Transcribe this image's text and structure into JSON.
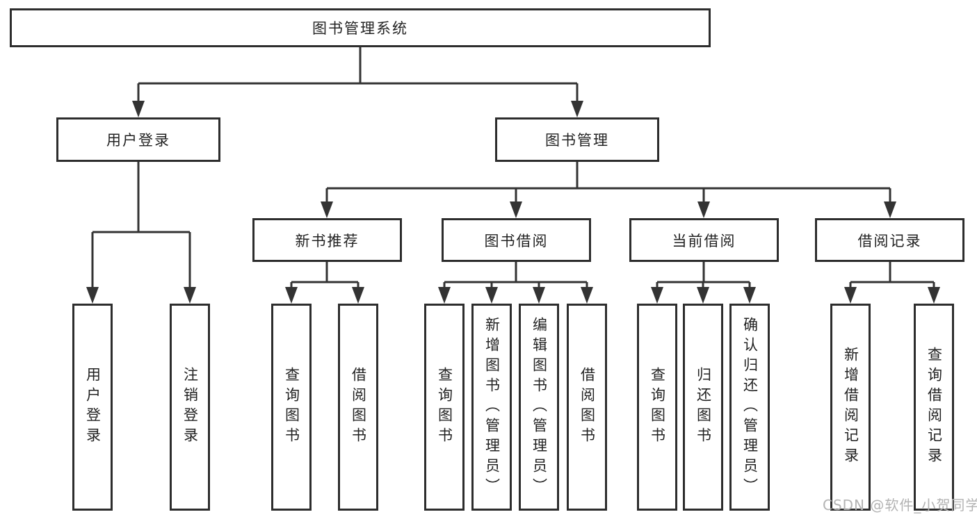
{
  "tree": {
    "label": "图书管理系统",
    "children": [
      {
        "label": "用户登录",
        "children": [
          {
            "label": "用户登录"
          },
          {
            "label": "注销登录"
          }
        ]
      },
      {
        "label": "图书管理",
        "children": [
          {
            "label": "新书推荐",
            "children": [
              {
                "label": "查询图书"
              },
              {
                "label": "借阅图书"
              }
            ]
          },
          {
            "label": "图书借阅",
            "children": [
              {
                "label": "查询图书"
              },
              {
                "label": "新增图书（管理员）"
              },
              {
                "label": "编辑图书（管理员）"
              },
              {
                "label": "借阅图书"
              }
            ]
          },
          {
            "label": "当前借阅",
            "children": [
              {
                "label": "查询图书"
              },
              {
                "label": "归还图书"
              },
              {
                "label": "确认归还（管理员）"
              }
            ]
          },
          {
            "label": "借阅记录",
            "children": [
              {
                "label": "新增借阅记录"
              },
              {
                "label": "查询借阅记录"
              }
            ]
          }
        ]
      }
    ]
  },
  "watermark": {
    "text": "CSDN @软件_小贺同学"
  },
  "colors": {
    "line": "#333333",
    "box_border": "#2d2d2d",
    "text": "#222222",
    "watermark": "#b3b3b3"
  }
}
